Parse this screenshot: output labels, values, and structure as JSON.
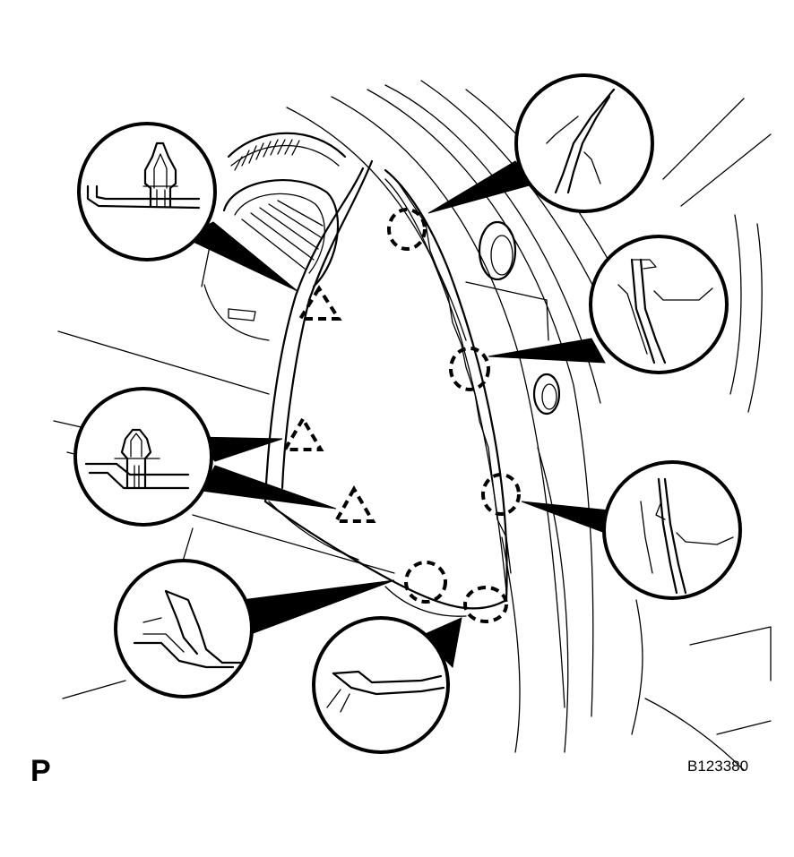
{
  "figure": {
    "view_letter": "P",
    "figure_code": "B123380"
  },
  "callouts": [
    {
      "id": "clip-upper-left",
      "depicts": "clip-icon",
      "marker": "triangle"
    },
    {
      "id": "clip-middle-left",
      "depicts": "clip-icon",
      "marker": "triangle"
    },
    {
      "id": "claw-lower-left",
      "depicts": "claw-icon",
      "marker": "circle"
    },
    {
      "id": "claw-bottom",
      "depicts": "claw-icon",
      "marker": "circle"
    },
    {
      "id": "claw-upper-right",
      "depicts": "claw-icon",
      "marker": "circle"
    },
    {
      "id": "claw-middle-right",
      "depicts": "claw-icon",
      "marker": "circle"
    },
    {
      "id": "claw-lower-right",
      "depicts": "claw-icon",
      "marker": "circle"
    }
  ],
  "colors": {
    "ink": "#000000",
    "paper": "#ffffff"
  }
}
